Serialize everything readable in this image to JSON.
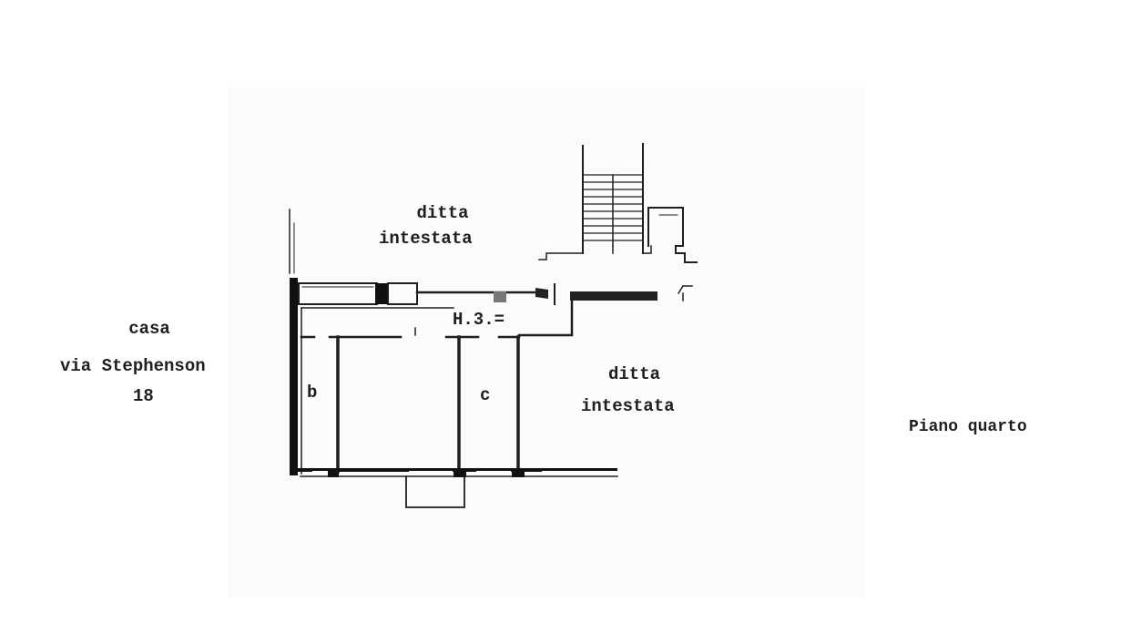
{
  "labels": {
    "casa_line1": "casa",
    "casa_line2": "via Stephenson",
    "casa_line3": "18",
    "ditta_top_line1": "ditta",
    "ditta_top_line2": "intestata",
    "ditta_right_line1": "ditta",
    "ditta_right_line2": "intestata",
    "height": "H.3.=",
    "room_b": "b",
    "room_c": "c",
    "floor": "Piano quarto"
  },
  "colors": {
    "ink": "#1f1f1f",
    "wall": "#111111",
    "background": "#ffffff"
  }
}
